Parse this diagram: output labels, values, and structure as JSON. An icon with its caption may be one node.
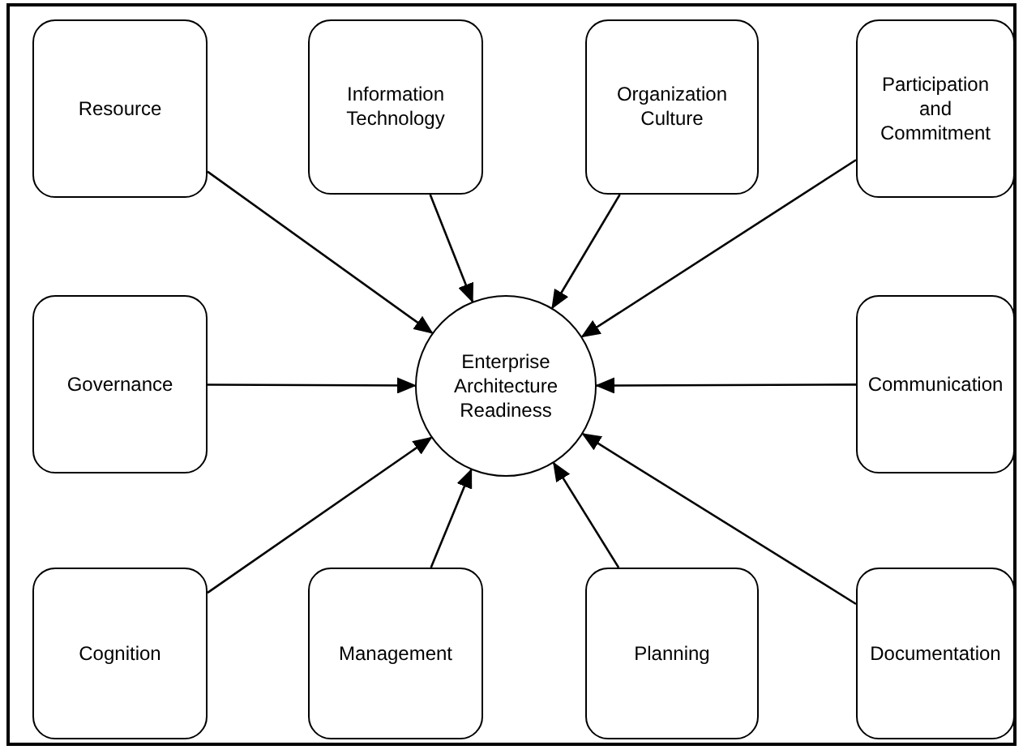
{
  "diagram": {
    "nodes": [
      {
        "text": [
          "Resource"
        ]
      },
      {
        "text": [
          "Information Technology"
        ]
      },
      {
        "text": [
          "Organization Culture"
        ]
      },
      {
        "text": [
          "Participation and Commitment"
        ]
      },
      {
        "text": [
          "Governance"
        ]
      },
      {
        "text": [
          "Enterprise Architecture Readiness"
        ]
      },
      {
        "text": [
          "Communication"
        ]
      },
      {
        "text": [
          "Cognition"
        ]
      },
      {
        "text": [
          "Management"
        ]
      },
      {
        "text": [
          "Planning"
        ]
      },
      {
        "text": [
          "Documentation"
        ]
      }
    ],
    "edges": [
      {
        "from": 0,
        "to": 5,
        "arrow": "to"
      },
      {
        "from": 1,
        "to": 5,
        "arrow": "to"
      },
      {
        "from": 2,
        "to": 5,
        "arrow": "to"
      },
      {
        "from": 3,
        "to": 5,
        "arrow": "to"
      },
      {
        "from": 4,
        "to": 5,
        "arrow": "to"
      },
      {
        "from": 6,
        "to": 5,
        "arrow": "to"
      },
      {
        "from": 7,
        "to": 5,
        "arrow": "to"
      },
      {
        "from": 8,
        "to": 5,
        "arrow": "to"
      },
      {
        "from": 9,
        "to": 5,
        "arrow": "to"
      },
      {
        "from": 10,
        "to": 5,
        "arrow": "to"
      }
    ]
  }
}
